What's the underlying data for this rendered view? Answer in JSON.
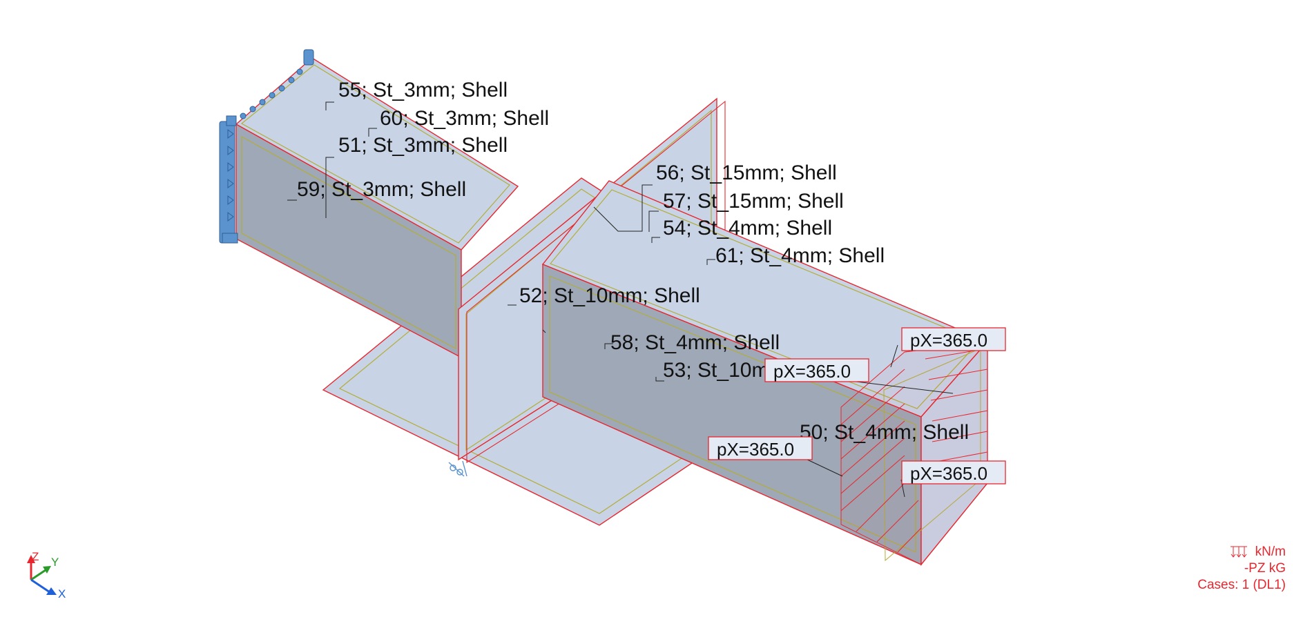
{
  "colors": {
    "face_light": "#c8d4e6",
    "face_dark": "#9ea8b6",
    "edge_red": "#e8262e",
    "inner_olive": "#b3ad3a",
    "support_blue": "#5b93cf",
    "label_text": "#111111",
    "axis_x": "#1f5fd8",
    "axis_y": "#2a9a2a",
    "axis_z": "#e8262e"
  },
  "panel_labels": [
    {
      "id": "label-55",
      "text": "55; St_3mm; Shell"
    },
    {
      "id": "label-60",
      "text": "60; St_3mm; Shell"
    },
    {
      "id": "label-51",
      "text": "51; St_3mm; Shell"
    },
    {
      "id": "label-59",
      "text": "59; St_3mm; Shell"
    },
    {
      "id": "label-56",
      "text": "56; St_15mm; Shell"
    },
    {
      "id": "label-57",
      "text": "57; St_15mm; Shell"
    },
    {
      "id": "label-54",
      "text": "54; St_4mm; Shell"
    },
    {
      "id": "label-61",
      "text": "61; St_4mm; Shell"
    },
    {
      "id": "label-52",
      "text": "52; St_10mm; Shell"
    },
    {
      "id": "label-58",
      "text": "58; St_4mm; Shell"
    },
    {
      "id": "label-53",
      "text": "53; St_10mm; Shell"
    },
    {
      "id": "label-50",
      "text": "50; St_4mm; Shell"
    }
  ],
  "load_labels": [
    {
      "id": "load-top",
      "text": "pX=365.0"
    },
    {
      "id": "load-middle",
      "text": "pX=365.0"
    },
    {
      "id": "load-left",
      "text": "pX=365.0"
    },
    {
      "id": "load-bottom",
      "text": "pX=365.0"
    }
  ],
  "axes": {
    "x": "X",
    "y": "Y",
    "z": "Z"
  },
  "legend": {
    "unit_line": "kN/m",
    "direction_line": "-PZ  kG",
    "cases_line": "Cases: 1 (DL1)"
  }
}
